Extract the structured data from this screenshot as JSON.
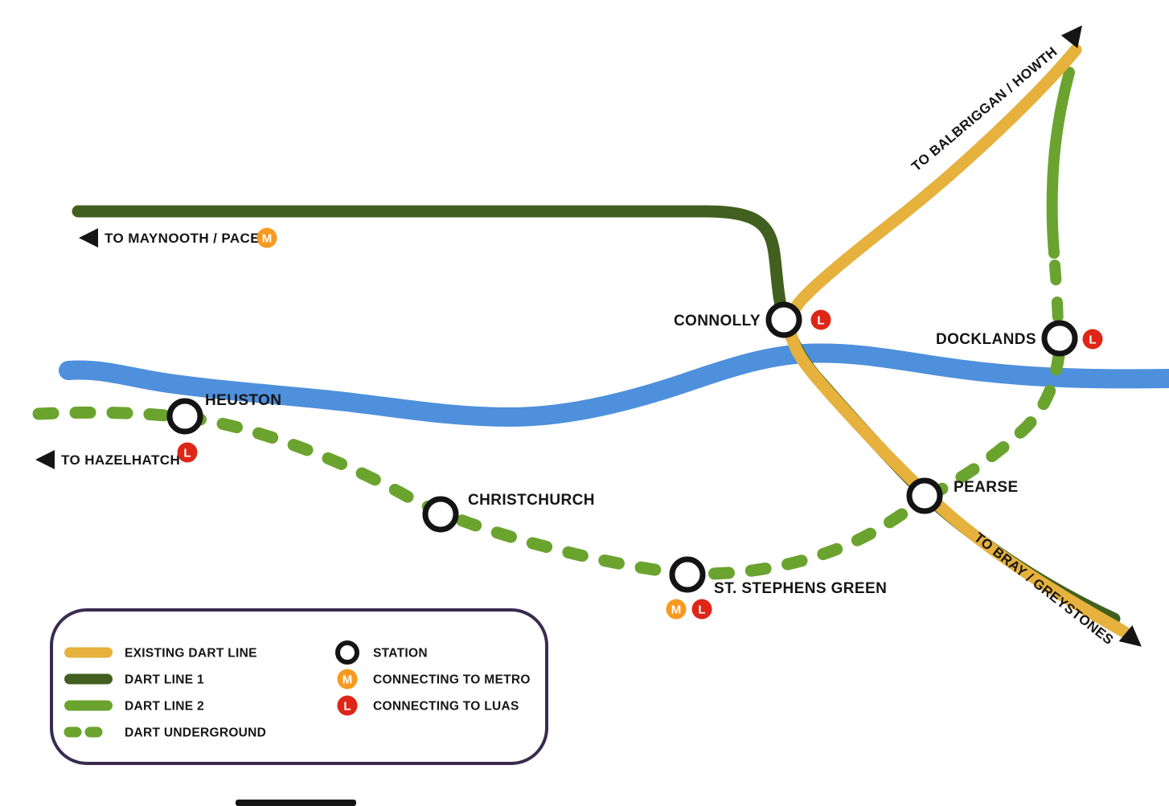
{
  "colors": {
    "existing_dart_line": "#E6B13C",
    "dart_line_1": "#41601F",
    "dart_line_2": "#6BA32F",
    "dart_underground": "#6BA32F",
    "river": "#4E90DC",
    "metro_badge": "#F79A1F",
    "luas_badge": "#DE2617",
    "station_stroke": "#141414",
    "legend_border": "#3B2A50"
  },
  "badges": {
    "metro": "M",
    "luas": "L"
  },
  "stations": {
    "connolly": {
      "label": "CONNOLLY"
    },
    "docklands": {
      "label": "DOCKLANDS"
    },
    "heuston": {
      "label": "HEUSTON"
    },
    "christchurch": {
      "label": "CHRISTCHURCH"
    },
    "st_stephens_green": {
      "label": "ST. STEPHENS GREEN"
    },
    "pearse": {
      "label": "PEARSE"
    }
  },
  "terminus_labels": {
    "maynooth": "TO MAYNOOTH / PACE",
    "hazelhatch": "TO HAZELHATCH",
    "balbriggan": "TO BALBRIGGAN / HOWTH",
    "bray": "TO BRAY / GREYSTONES"
  },
  "legend": {
    "lines": [
      {
        "label": "EXISTING DART LINE"
      },
      {
        "label": "DART LINE 1"
      },
      {
        "label": "DART LINE 2"
      },
      {
        "label": "DART UNDERGROUND"
      }
    ],
    "symbols": [
      {
        "label": "STATION"
      },
      {
        "label": "CONNECTING TO METRO"
      },
      {
        "label": "CONNECTING TO LUAS"
      }
    ]
  }
}
